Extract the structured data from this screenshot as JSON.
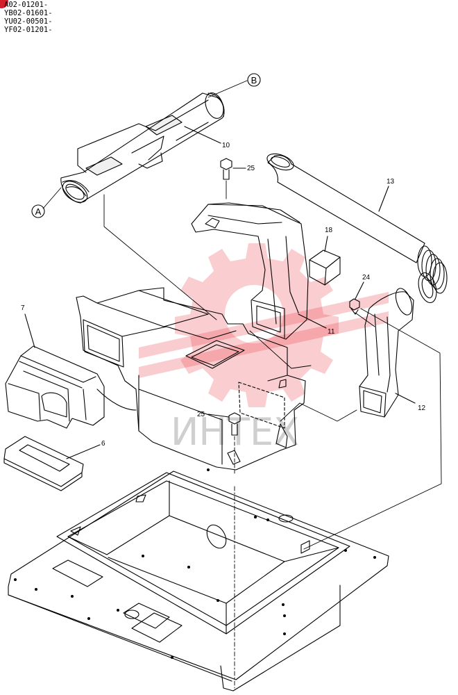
{
  "serial_ranges": [
    "A02-01201-",
    "YB02-01601-",
    "YU02-00501-",
    "YF02-01201-"
  ],
  "connection_marks": {
    "a": "A",
    "b": "B"
  },
  "part_labels": {
    "p6": "6",
    "p7": "7",
    "p10": "10",
    "p11": "11",
    "p12": "12",
    "p13": "13",
    "p18": "18",
    "p24": "24",
    "p25_top": "25",
    "p25_mid": "25"
  },
  "watermark": {
    "text": "ИНТЕХ",
    "color": "#e8202a"
  },
  "colors": {
    "line": "#000000",
    "badge": "#d4202a",
    "watermark_text": "#cfcfcf"
  }
}
